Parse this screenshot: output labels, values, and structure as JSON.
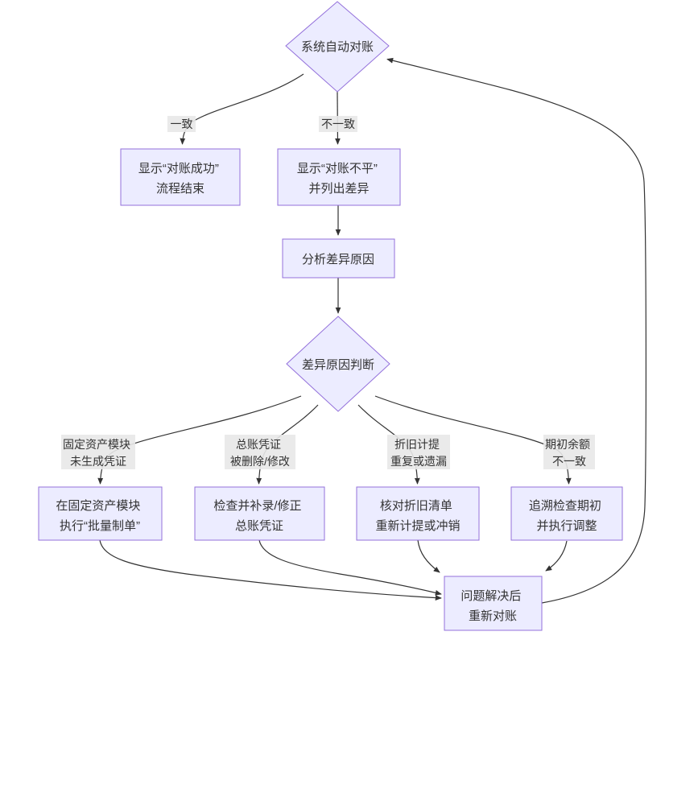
{
  "colors": {
    "node_fill": "#ECECFF",
    "node_border": "#9370DB",
    "edge_line": "#333333",
    "edge_label_bg": "#e8e8e8",
    "text": "#333333"
  },
  "nodes": {
    "start": {
      "label": "系统自动对账"
    },
    "success": {
      "line1": "显示“对账成功”",
      "line2": "流程结束"
    },
    "mismatch": {
      "line1": "显示“对账不平”",
      "line2": "并列出差异"
    },
    "analyze": {
      "label": "分析差异原因"
    },
    "judge": {
      "label": "差异原因判断"
    },
    "fix_fa": {
      "line1": "在固定资产模块",
      "line2": "执行“批量制单”"
    },
    "fix_gl": {
      "line1": "检查并补录/修正",
      "line2": "总账凭证"
    },
    "fix_dep": {
      "line1": "核对折旧清单",
      "line2": "重新计提或冲销"
    },
    "fix_open": {
      "line1": "追溯检查期初",
      "line2": "并执行调整"
    },
    "retry": {
      "line1": "问题解决后",
      "line2": "重新对账"
    }
  },
  "edge_labels": {
    "match": "一致",
    "mismatch": "不一致",
    "cause_fa": {
      "line1": "固定资产模块",
      "line2": "未生成凭证"
    },
    "cause_gl": {
      "line1": "总账凭证",
      "line2": "被删除/修改"
    },
    "cause_dep": {
      "line1": "折旧计提",
      "line2": "重复或遗漏"
    },
    "cause_open": {
      "line1": "期初余额",
      "line2": "不一致"
    }
  }
}
